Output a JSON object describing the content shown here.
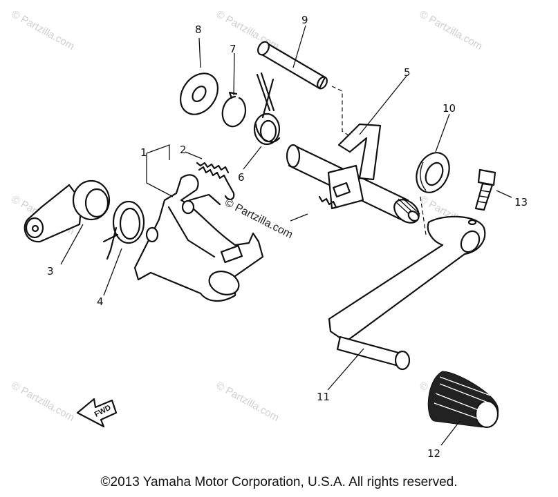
{
  "watermark": {
    "text": "© Partzilla.com"
  },
  "callouts": {
    "c1": "1",
    "c2": "2",
    "c3": "3",
    "c4": "4",
    "c5": "5",
    "c6": "6",
    "c7": "7",
    "c8": "8",
    "c9": "9",
    "c10": "10",
    "c11": "11",
    "c12": "12",
    "c13": "13"
  },
  "direction_arrow": {
    "label": "FWD"
  },
  "copyright": "©2013  Yamaha Motor Corporation, U.S.A. All rights reserved."
}
